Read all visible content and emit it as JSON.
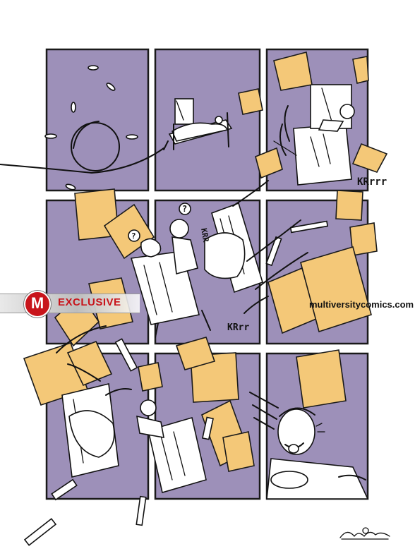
{
  "banner": {
    "logo_letter": "M",
    "label": "EXCLUSIVE",
    "color": "#c8141b"
  },
  "site": {
    "url": "multiversitycomics.com"
  },
  "sound_effects": [
    "KRrrr",
    "KRR",
    "KRrr"
  ],
  "question_marks": [
    "?",
    "?"
  ],
  "colors": {
    "panel_fill": "#9d90b9",
    "paper_fill": "#f4c878",
    "ink": "#111111",
    "background": "#ffffff"
  },
  "icons": [
    "m-logo-icon",
    "artist-signature-icon"
  ]
}
